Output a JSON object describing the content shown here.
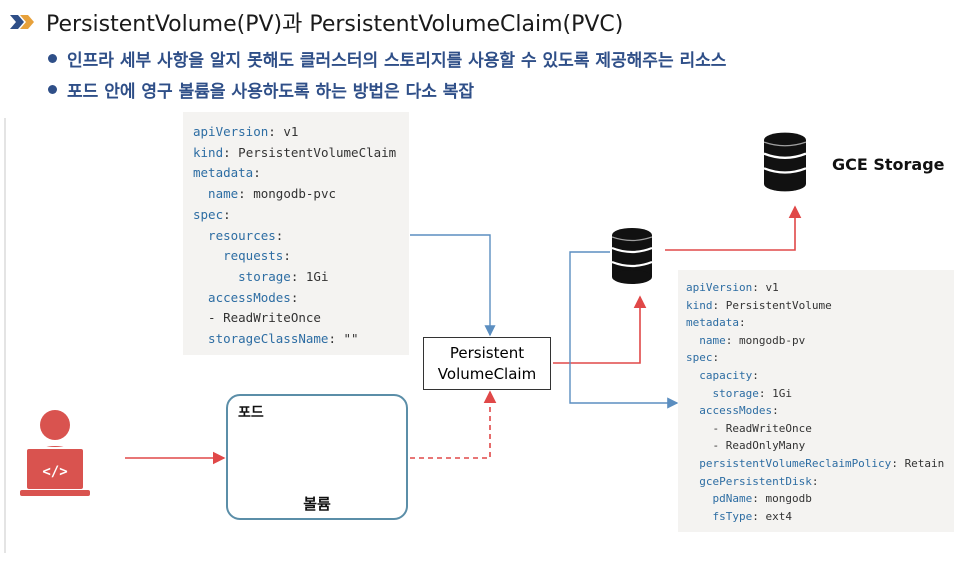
{
  "title": "PersistentVolume(PV)과 PersistentVolumeClaim(PVC)",
  "bullets": [
    "인프라 세부 사항을 알지 못해도 클러스터의 스토리지를 사용할 수 있도록 제공해주는 리소스",
    "포드 안에 영구 볼륨을 사용하도록 하는 방법은 다소 복잡"
  ],
  "pvc_yaml": [
    {
      "key": "apiVersion",
      "sep": ": ",
      "val": "v1"
    },
    {
      "key": "kind",
      "sep": ": ",
      "val": "PersistentVolumeClaim"
    },
    {
      "key": "metadata",
      "sep": ":",
      "val": ""
    },
    {
      "key": "  name",
      "sep": ": ",
      "val": "mongodb-pvc"
    },
    {
      "key": "spec",
      "sep": ":",
      "val": ""
    },
    {
      "key": "  resources",
      "sep": ":",
      "val": ""
    },
    {
      "key": "    requests",
      "sep": ":",
      "val": ""
    },
    {
      "key": "      storage",
      "sep": ": ",
      "val": "1Gi"
    },
    {
      "key": "  accessModes",
      "sep": ":",
      "val": ""
    },
    {
      "key": "",
      "sep": "",
      "val": "  - ReadWriteOnce"
    },
    {
      "key": "  storageClassName",
      "sep": ": ",
      "val": "\"\""
    }
  ],
  "pv_yaml": [
    {
      "key": "apiVersion",
      "sep": ": ",
      "val": "v1"
    },
    {
      "key": "kind",
      "sep": ": ",
      "val": "PersistentVolume"
    },
    {
      "key": "metadata",
      "sep": ":",
      "val": ""
    },
    {
      "key": "  name",
      "sep": ": ",
      "val": "mongodb-pv"
    },
    {
      "key": "spec",
      "sep": ":",
      "val": ""
    },
    {
      "key": "  capacity",
      "sep": ":",
      "val": ""
    },
    {
      "key": "    storage",
      "sep": ": ",
      "val": "1Gi"
    },
    {
      "key": "  accessModes",
      "sep": ":",
      "val": ""
    },
    {
      "key": "",
      "sep": "",
      "val": "    - ReadWriteOnce"
    },
    {
      "key": "",
      "sep": "",
      "val": "    - ReadOnlyMany"
    },
    {
      "key": "  persistentVolumeReclaimPolicy",
      "sep": ": ",
      "val": "Retain"
    },
    {
      "key": "  gcePersistentDisk",
      "sep": ":",
      "val": ""
    },
    {
      "key": "    pdName",
      "sep": ": ",
      "val": "mongodb"
    },
    {
      "key": "    fsType",
      "sep": ": ",
      "val": "ext4"
    }
  ],
  "pvc_box_label": [
    "Persistent",
    "VolumeClaim"
  ],
  "pod_label": "포드",
  "volume_label": "볼륨",
  "gce_label": "GCE Storage",
  "colors": {
    "title_blue": "#2f4f88",
    "key_blue": "#2d6da3",
    "arrow_red": "#e04848",
    "arrow_blue": "#5b8ec0",
    "pod_border": "#5b8ea8",
    "user_red": "#d9534f",
    "code_bg": "#f4f3f1"
  },
  "icons": [
    "developer-laptop-icon",
    "database-icon"
  ]
}
